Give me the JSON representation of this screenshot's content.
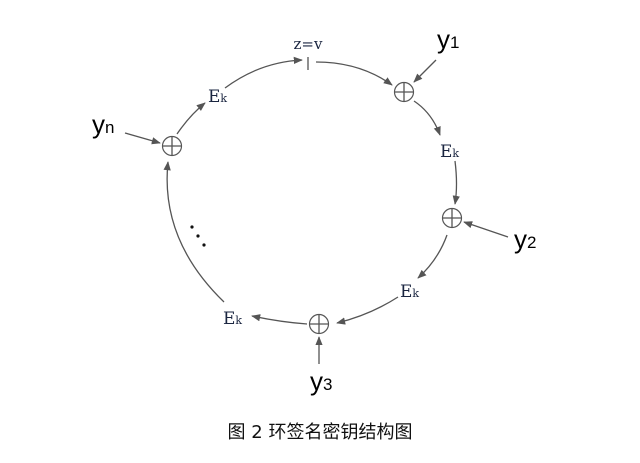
{
  "diagram": {
    "start_label": "z=v",
    "block_label": "E",
    "block_sub": "k",
    "inputs": [
      {
        "base": "y",
        "sub": "1"
      },
      {
        "base": "y",
        "sub": "2"
      },
      {
        "base": "y",
        "sub": "3"
      },
      {
        "base": "y",
        "sub": "n"
      }
    ],
    "ellipsis": "⋱"
  },
  "caption": "图 2  环签名密钥结构图"
}
